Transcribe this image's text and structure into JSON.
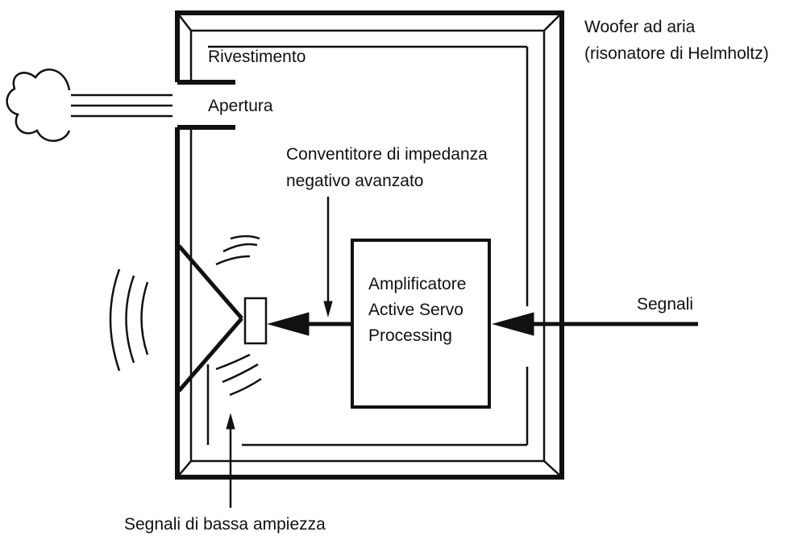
{
  "labels": {
    "woofer_line1": "Woofer ad aria",
    "woofer_line2": "(risonatore di Helmholtz)",
    "rivestimento": "Rivestimento",
    "apertura": "Apertura",
    "converter_line1": "Conventitore di impedanza",
    "converter_line2": "negativo avanzato",
    "amp_line1": "Amplificatore",
    "amp_line2": "Active Servo",
    "amp_line3": "Processing",
    "segnali": "Segnali",
    "segnali_bassa": "Segnali di bassa ampiezza"
  },
  "colors": {
    "stroke": "#111111",
    "background": "#ffffff"
  }
}
